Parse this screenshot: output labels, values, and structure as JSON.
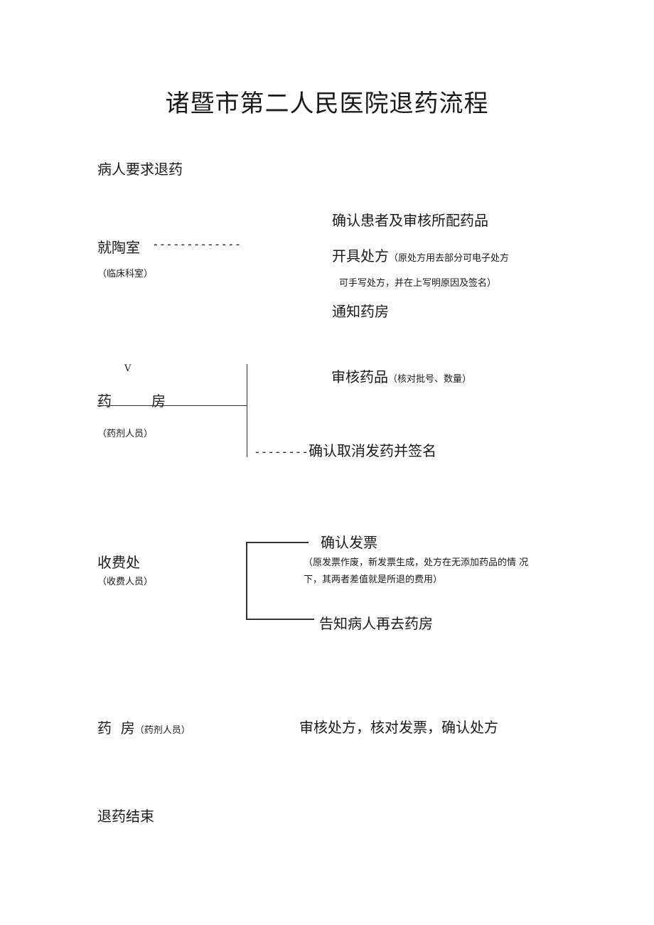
{
  "title": "诸暨市第二人民医院退药流程",
  "start": "病人要求退药",
  "clinic": {
    "name": "就陶室",
    "dashes": "-------------",
    "role": "（临床科室）",
    "steps": {
      "confirm": "确认患者及审核所配药品",
      "prescribe": "开具处方",
      "prescribe_note_1": "（原处方用去部分可电子处方",
      "prescribe_note_2": "可手写处方，并在上写明原因及签名）",
      "notify": "通知药房"
    }
  },
  "arrow_mark": "V",
  "pharmacy1": {
    "name_a": "药",
    "name_b": "房",
    "role": "（药剂人员）",
    "review": "审核药品",
    "review_note": "（核对批号、数量）",
    "cancel_dashes": "--------",
    "cancel": "确认取消发药并签名"
  },
  "cashier": {
    "name": "收费处",
    "role": "（收费人员）",
    "invoice": "确认发票",
    "invoice_note_1": "（原发票作废，新发票生成，处方在无添加药品的情  况",
    "invoice_note_2": "下，其两者差值就是所退的费用）",
    "tell": "告知病人再去药房"
  },
  "pharmacy2": {
    "name": "药  房",
    "role": "（药剂人员）",
    "action": "审核处方，核对发票，确认处方"
  },
  "end": "退药结束"
}
